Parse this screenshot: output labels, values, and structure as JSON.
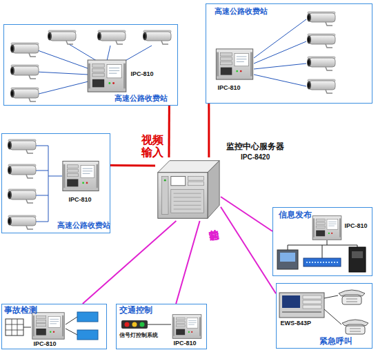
{
  "diagram": {
    "nodes": [
      {
        "text": [
          "高速公路收费站"
        ]
      },
      {
        "text": [
          "IPC-810"
        ],
        "in": 0
      },
      {
        "text": [
          "高速公路收费站"
        ]
      },
      {
        "text": [
          "IPC-810"
        ],
        "in": 2
      },
      {
        "text": [
          "高速公路收费站"
        ]
      },
      {
        "text": [
          "IPC-810"
        ],
        "in": 4
      },
      {
        "text": [
          "监控中心服务器",
          "IPC-8420"
        ]
      },
      {
        "text": [
          "信息发布"
        ]
      },
      {
        "text": [
          "IPC-810"
        ],
        "in": 7
      },
      {
        "text": [
          "事故检测"
        ]
      },
      {
        "text": [
          "IPC-810"
        ],
        "in": 9
      },
      {
        "text": [
          "交通控制"
        ]
      },
      {
        "text": [
          "IPC-810"
        ],
        "in": 11
      },
      {
        "text": [
          "紧急呼叫"
        ]
      },
      {
        "text": [
          "EWS-843P"
        ],
        "in": 13
      }
    ],
    "edges": [
      {
        "from": 0,
        "to": 6,
        "arrow": "none"
      },
      {
        "from": 2,
        "to": 6,
        "arrow": "none"
      },
      {
        "from": 4,
        "to": 6,
        "arrow": "none"
      },
      {
        "from": 6,
        "to": 7,
        "arrow": "none"
      },
      {
        "from": 6,
        "to": 13,
        "arrow": "none"
      },
      {
        "from": 6,
        "to": 11,
        "arrow": "none"
      },
      {
        "from": 6,
        "to": 9,
        "arrow": "none"
      }
    ],
    "labels": [
      "视频 输入",
      "其它功能",
      "信号灯控制系统"
    ]
  }
}
